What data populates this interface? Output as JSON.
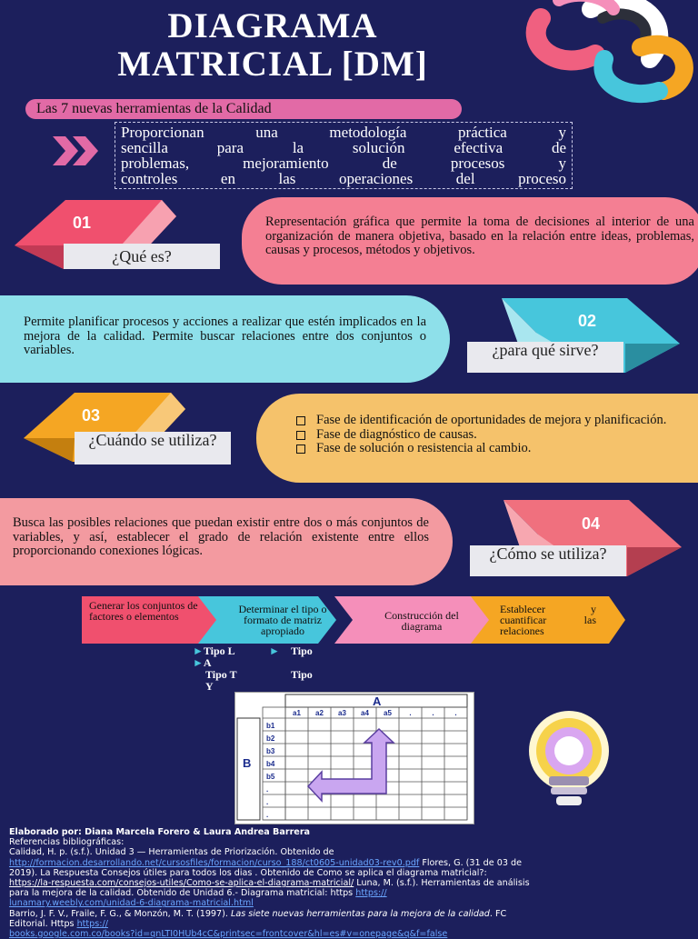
{
  "header": {
    "title_line1": "DIAGRAMA",
    "title_line2": "MATRICIAL [DM]",
    "subtitle": "Las 7 nuevas herramientas de la Calidad"
  },
  "intro": {
    "lines": [
      "Proporcionan una metodología práctica y",
      "sencilla para la solución efectiva de",
      "problemas, mejoramiento de procesos y",
      "controles en las operaciones del proceso"
    ]
  },
  "sections": [
    {
      "number": "01",
      "question": "¿Qué es?",
      "text": "Representación gráfica que permite la toma de decisiones al interior de una organización de manera objetiva, basado en la relación entre ideas, problemas, causas y procesos, métodos y objetivos."
    },
    {
      "number": "02",
      "question": "¿para qué sirve?",
      "text": "Permite planificar procesos y acciones a realizar que estén implicados en la mejora de la calidad. Permite buscar relaciones entre dos conjuntos o variables."
    },
    {
      "number": "03",
      "question": "¿Cuándo se utiliza?",
      "bullets": [
        "Fase de identificación de oportunidades de mejora y planificación.",
        "Fase de diagnóstico de causas.",
        "Fase de solución o resistencia al cambio."
      ]
    },
    {
      "number": "04",
      "question": "¿Cómo se utiliza?",
      "text": "Busca las posibles relaciones que puedan existir entre dos o más conjuntos de variables, y así, establecer el grado de relación existente entre ellos proporcionando conexiones lógicas."
    }
  ],
  "steps": [
    {
      "label": "Generar los conjuntos de factores o elementos",
      "color": "#f0506e"
    },
    {
      "label": "Determinar el tipo o formato de matriz apropiado",
      "color": "#47c6dc"
    },
    {
      "label": "Construcción del diagrama",
      "color": "#f58fba"
    },
    {
      "label": "Establecer y cuantificar las relaciones",
      "color": "#f5a623"
    }
  ],
  "types": {
    "t1": "Tipo L",
    "t2": "A",
    "t3": "Tipo T",
    "t4": "Y",
    "t5": "Tipo",
    "t6": "Tipo"
  },
  "matrix": {
    "a_label": "A",
    "b_label": "B",
    "cols": [
      "a1",
      "a2",
      "a3",
      "a4",
      "a5",
      ".",
      ".",
      "."
    ],
    "rows": [
      "b1",
      "b2",
      "b3",
      "b4",
      "b5",
      ".",
      ".",
      "."
    ]
  },
  "footer": {
    "authors": "Elaborado por: Diana Marcela Forero & Laura Andrea Barrera",
    "refs_heading": "Referencias bibliográficas:",
    "ref1a": "Calidad, H. p. (s.f.). Unidad 3 — Herramientas de Priorización. Obtenido de",
    "ref1_link": "http://formacion.desarrollando.net/cursosfiles/formacion/curso_188/ct0605-unidad03-rev0.pdf",
    "ref1b": " Flores, G. (31 de 03 de",
    "ref2a": "2019). La Respuesta Consejos útiles para todos los dias . Obtenido de Como se aplica el diagrama matricial?:",
    "ref2_link": "https://la-respuesta.com/consejos-utiles/Como-se-aplica-el-diagrama-matricial/",
    "ref2b": " Luna, M. (s.f.). Herramientas de análisis",
    "ref3a": "para la mejora de la calidad. Obtenido de Unidad 6.- Diagrama matricial: https ",
    "ref3_link_a": "https://",
    "ref3_link_b": "lunamary.weebly.com/unidad-6-diagrama-matricial.html",
    "ref4a": "Barrio, J. F. V., Fraile, F. G., & Monzón, M. T. (1997). ",
    "ref4_italic": "Las siete nuevas herramientas para la mejora de la calidad",
    "ref4b": ". FC",
    "ref5a": "Editorial. Https  ",
    "ref5_link_a": "https://",
    "ref5_link_b": "books.google.com.co/books?id=qnLTI0HUb4cC&printsec=frontcover&hl=es#v=onepage&q&f=false"
  },
  "colors": {
    "background": "#1c1f5c",
    "pink": "#f47f93",
    "cyan": "#8ee0ea",
    "orange": "#f5c26b",
    "salmon": "#f39aa0"
  }
}
